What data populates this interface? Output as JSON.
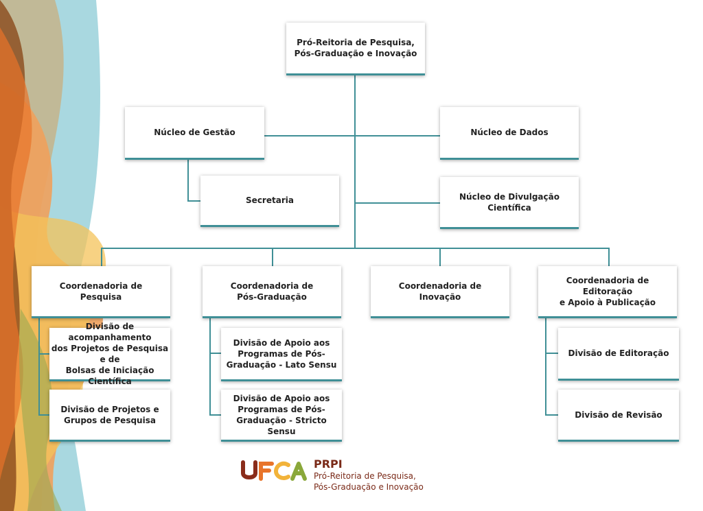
{
  "top": [
    "Pró-Reitoria de Pesquisa,",
    "Pós-Graduação e Inovação"
  ],
  "nucleo_gestao": "Núcleo de Gestão",
  "nucleo_dados": "Núcleo de Dados",
  "secretaria": "Secretaria",
  "nucleo_divulgacao": "Núcleo de Divulgação Científica",
  "coord_pesquisa": [
    "Coordenadoria de",
    "Pesquisa"
  ],
  "coord_pos": [
    "Coordenadoria de",
    "Pós-Graduação"
  ],
  "coord_inovacao": [
    "Coordenadoria de",
    "Inovação"
  ],
  "coord_editoracao": [
    "Coordenadoria de Editoração",
    "e Apoio à Publicação"
  ],
  "div_acompanhamento": [
    "Divisão de acompanhamento",
    "dos Projetos de Pesquisa e de",
    "Bolsas de Iniciação Científica"
  ],
  "div_projetos": [
    "Divisão de Projetos e",
    "Grupos de Pesquisa"
  ],
  "div_lato": [
    "Divisão de Apoio aos",
    "Programas de Pós-",
    "Graduação - Lato Sensu"
  ],
  "div_stricto": [
    "Divisão de Apoio aos",
    "Programas de Pós-",
    "Graduação - Stricto Sensu"
  ],
  "div_editoracao": "Divisão de Editoração",
  "div_revisao": "Divisão de Revisão",
  "logo": {
    "brand": "UFCA",
    "abbr": "PRPI",
    "line1": "Pró-Reitoria de Pesquisa,",
    "line2": "Pós-Graduação e Inovação"
  },
  "colors": {
    "connector": "#3f8f96",
    "logo_text": "#7a2a18"
  }
}
